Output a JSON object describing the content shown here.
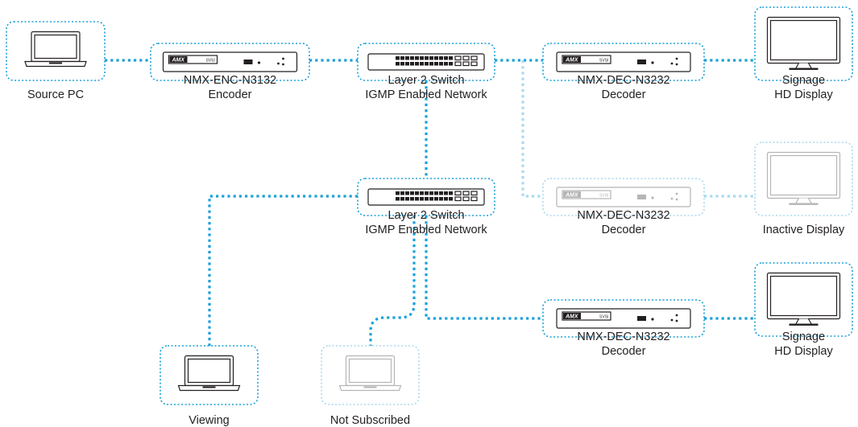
{
  "colors": {
    "link_active": "#1ba0d8",
    "link_inactive": "#a9d9ee",
    "device_outline": "#231f20",
    "device_inactive": "#b5b5b5"
  },
  "brand": {
    "logo_text": "AMX",
    "unit_text": "SVSI"
  },
  "nodes": {
    "source_pc": {
      "label": [
        "Source PC"
      ],
      "icon": "laptop-icon"
    },
    "encoder": {
      "label": [
        "NMX-ENC-N3132",
        "Encoder"
      ],
      "icon": "encoder-icon"
    },
    "switch_1": {
      "label": [
        "Layer 2 Switch",
        "IGMP Enabled Network"
      ],
      "icon": "network-switch-icon"
    },
    "decoder_1": {
      "label": [
        "NMX-DEC-N3232",
        "Decoder"
      ],
      "icon": "decoder-icon"
    },
    "display_1": {
      "label": [
        "Signage",
        "HD Display"
      ],
      "icon": "monitor-icon"
    },
    "switch_2": {
      "label": [
        "Layer 2 Switch",
        "IGMP Enabled Network"
      ],
      "icon": "network-switch-icon"
    },
    "decoder_2": {
      "label": [
        "NMX-DEC-N3232",
        "Decoder"
      ],
      "icon": "decoder-icon",
      "state": "inactive"
    },
    "display_2": {
      "label": [
        "Inactive Display"
      ],
      "icon": "monitor-icon",
      "state": "inactive"
    },
    "decoder_3": {
      "label": [
        "NMX-DEC-N3232",
        "Decoder"
      ],
      "icon": "decoder-icon"
    },
    "display_3": {
      "label": [
        "Signage",
        "HD Display"
      ],
      "icon": "monitor-icon"
    },
    "laptop_viewing": {
      "label": [
        "Viewing"
      ],
      "icon": "laptop-icon"
    },
    "laptop_not_subscribed": {
      "label": [
        "Not Subscribed"
      ],
      "icon": "laptop-icon",
      "state": "inactive"
    }
  },
  "connections": [
    {
      "from": "source_pc",
      "to": "encoder",
      "state": "active"
    },
    {
      "from": "encoder",
      "to": "switch_1",
      "state": "active"
    },
    {
      "from": "switch_1",
      "to": "decoder_1",
      "state": "active"
    },
    {
      "from": "decoder_1",
      "to": "display_1",
      "state": "active"
    },
    {
      "from": "switch_1",
      "to": "switch_2",
      "state": "active"
    },
    {
      "from": "switch_1",
      "to": "decoder_2",
      "state": "inactive"
    },
    {
      "from": "decoder_2",
      "to": "display_2",
      "state": "inactive"
    },
    {
      "from": "switch_2",
      "to": "laptop_viewing",
      "state": "active"
    },
    {
      "from": "switch_2",
      "to": "laptop_not_subscribed",
      "state": "active"
    },
    {
      "from": "switch_2",
      "to": "decoder_3",
      "state": "active"
    },
    {
      "from": "decoder_3",
      "to": "display_3",
      "state": "active"
    }
  ]
}
